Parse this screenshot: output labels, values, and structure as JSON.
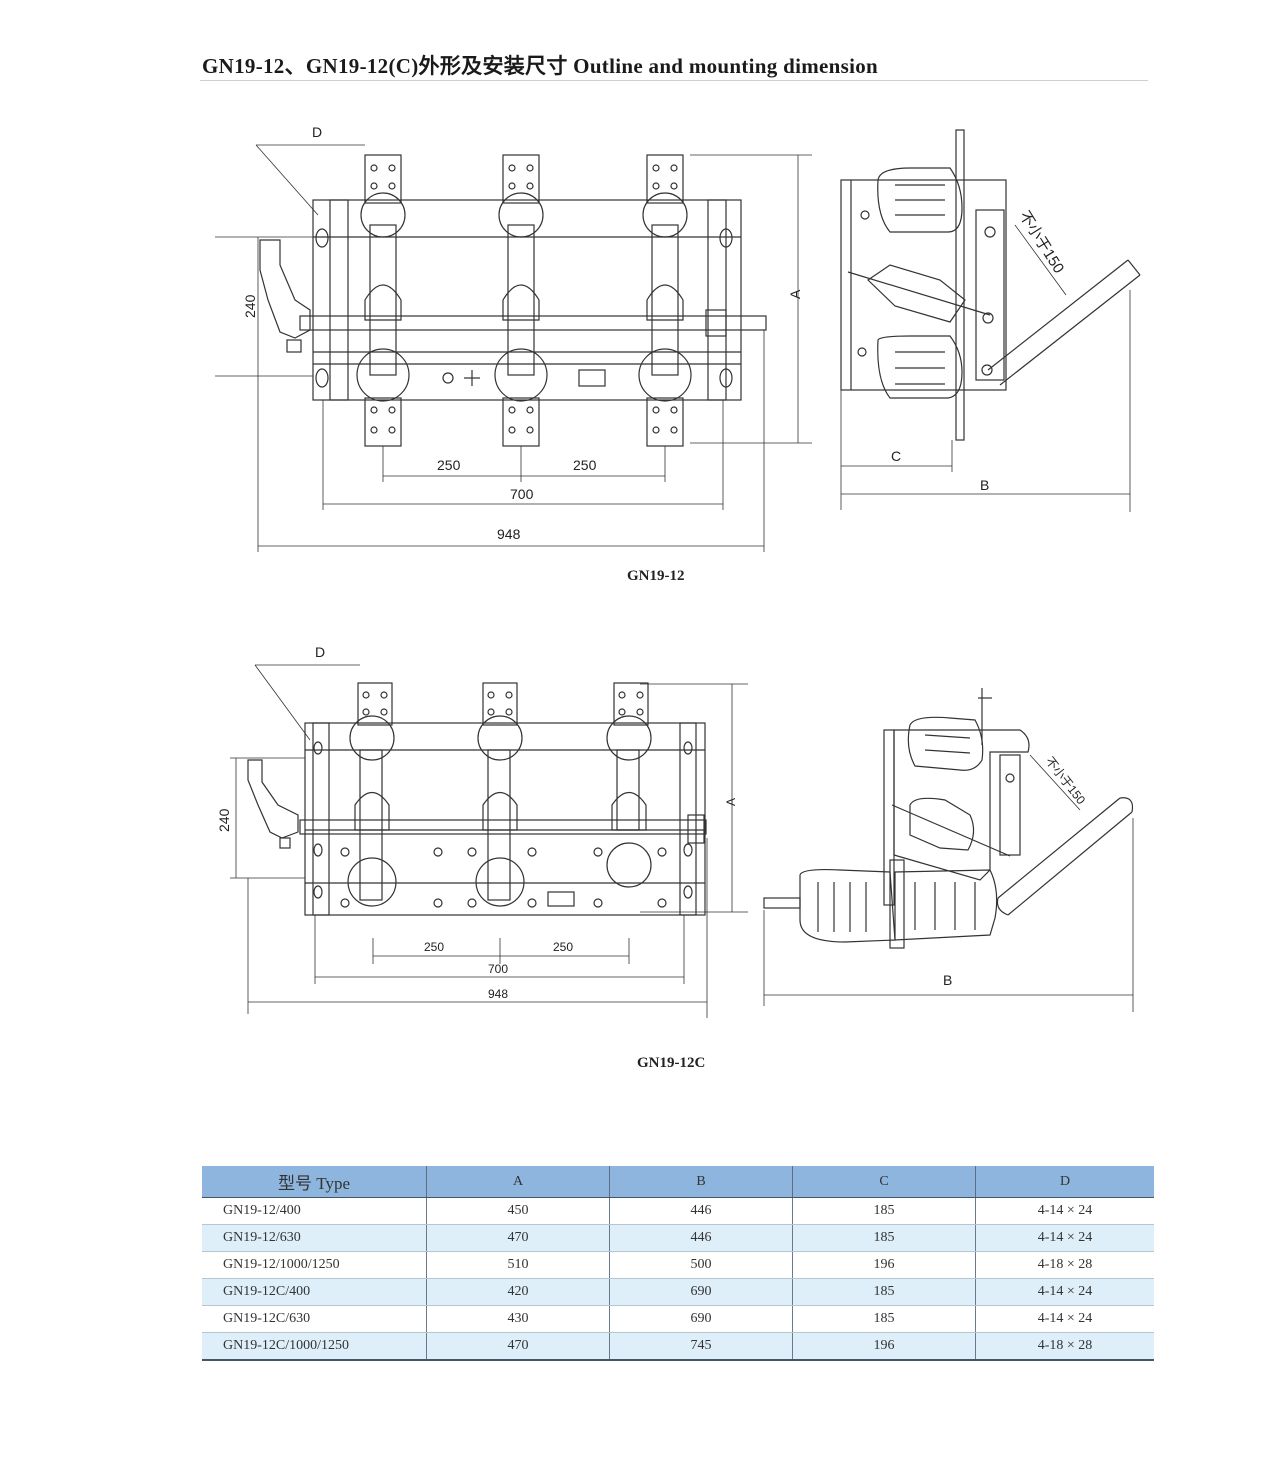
{
  "header": {
    "title": "GN19-12、GN19-12(C)外形及安装尺寸 Outline and mounting dimension"
  },
  "drawing_top": {
    "caption": "GN19-12",
    "labels": {
      "D": "D",
      "A": "A",
      "B": "B",
      "C": "C",
      "h240": "240",
      "w250a": "250",
      "w250b": "250",
      "w700": "700",
      "w948": "948",
      "clearance": "不小于150"
    }
  },
  "drawing_bottom": {
    "caption": "GN19-12C",
    "labels": {
      "D": "D",
      "A": "A",
      "B": "B",
      "h240": "240",
      "w250a": "250",
      "w250b": "250",
      "w700": "700",
      "w948": "948",
      "clearance": "不小于150"
    }
  },
  "table": {
    "headers": [
      "型号 Type",
      "A",
      "B",
      "C",
      "D"
    ],
    "rows": [
      [
        "GN19-12/400",
        "450",
        "446",
        "185",
        "4-14 × 24"
      ],
      [
        "GN19-12/630",
        "470",
        "446",
        "185",
        "4-14 × 24"
      ],
      [
        "GN19-12/1000/1250",
        "510",
        "500",
        "196",
        "4-18 × 28"
      ],
      [
        "GN19-12C/400",
        "420",
        "690",
        "185",
        "4-14 × 24"
      ],
      [
        "GN19-12C/630",
        "430",
        "690",
        "185",
        "4-14 × 24"
      ],
      [
        "GN19-12C/1000/1250",
        "470",
        "745",
        "196",
        "4-18 × 28"
      ]
    ]
  },
  "colors": {
    "line": "#333333",
    "header_bg": "#8db5de",
    "stripe_bg": "#deeffa"
  }
}
